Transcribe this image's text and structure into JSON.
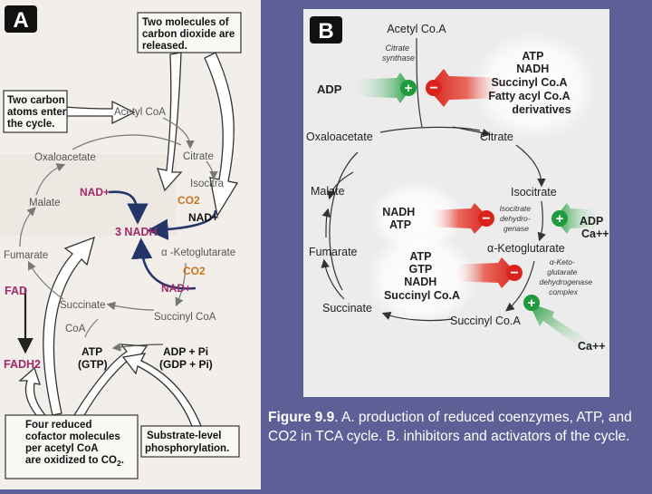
{
  "panel_a": {
    "label": "A",
    "callout_co2_release": [
      "Two molecules of",
      "carbon dioxide are",
      "released."
    ],
    "callout_enter": [
      "Two carbon",
      "atoms enter",
      "the cycle."
    ],
    "callout_reduced": [
      "Four reduced",
      "cofactor molecules",
      "per acetyl CoA",
      "are oxidized to CO",
      "2",
      "."
    ],
    "callout_substrate": [
      "Substrate-level",
      "phosphorylation."
    ],
    "acetyl_coa": "Acetyl CoA",
    "citrate": "Citrate",
    "isocitrate": "Isocitra",
    "oxaloacetate": "Oxaloacetate",
    "malate": "Malate",
    "fumarate": "Fumarate",
    "succinate": "Succinate",
    "coa": "CoA",
    "succinyl_coa": "Succinyl CoA",
    "ketoglutarate": "α -Ketoglutarate",
    "nad_1": "NAD+",
    "nad_2": "NAD+",
    "nad_3": "NAD+",
    "co2_1": "CO2",
    "co2_2": "CO2",
    "nadh_3": "3 NADH",
    "fad": "FAD",
    "fadh2": "FADH2",
    "atp_gtp": [
      "ATP",
      "(GTP)"
    ],
    "adp_gdp": [
      "ADP + Pi",
      "(GDP + Pi)"
    ]
  },
  "panel_b": {
    "label": "B",
    "acetyl_coa": "Acetyl Co.A",
    "citrate_synthase": [
      "Citrate",
      "synthase"
    ],
    "adp": "ADP",
    "inhibitors_1": [
      "ATP",
      "NADH",
      "Succinyl Co.A",
      "Fatty acyl Co.A",
      "derivatives"
    ],
    "oxaloacetate": "Oxaloacetate",
    "citrate": "Citrate",
    "malate": "Malate",
    "isocitrate": "Isocitrate",
    "inhibitors_2": [
      "NADH",
      "ATP"
    ],
    "isocitrate_dh": [
      "Isocitrate",
      "dehydro-",
      "genase"
    ],
    "activators_2": [
      "ADP",
      "Ca++"
    ],
    "fumarate": "Fumarate",
    "ketoglutarate": "α-Ketoglutarate",
    "inhibitors_3": [
      "ATP",
      "GTP",
      "NADH",
      "Succinyl Co.A"
    ],
    "akg_dh": [
      "α-Keto-",
      "glutarate",
      "dehydrogenase",
      "complex"
    ],
    "succinate": "Succinate",
    "succinyl_coa": "Succinyl Co.A",
    "activator_3": "Ca++",
    "plus": "+",
    "minus": "−"
  },
  "caption": {
    "bold": "Figure 9.9",
    "text": ". A. production of reduced coenzymes, ATP, and CO2 in TCA cycle. B. inhibitors and activators of the cycle."
  },
  "colors": {
    "background": "#5d5f97",
    "panel_a_bg": "#f2efea",
    "panel_b_bg": "#ececec",
    "red": "#c8322c",
    "green": "#2f9a48",
    "magenta": "#a0296a",
    "orange": "#c8731c",
    "navy": "#243669",
    "cream_box": "#faf8f4"
  }
}
